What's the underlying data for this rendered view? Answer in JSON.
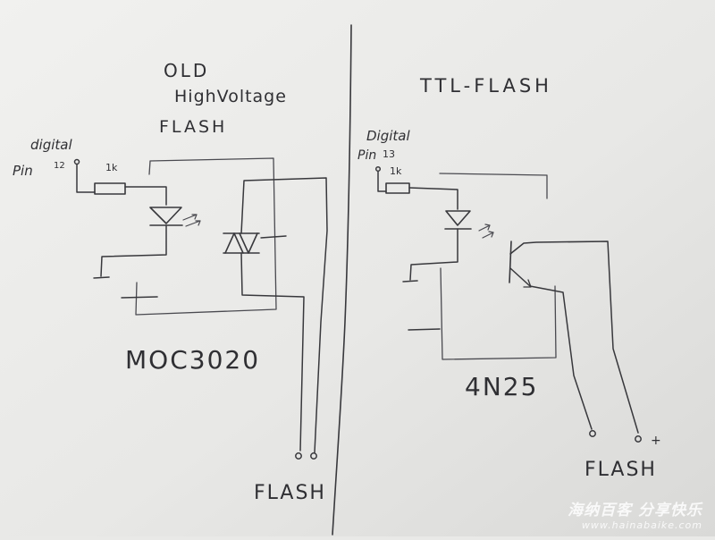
{
  "left_circuit": {
    "title_line1": "OLD",
    "title_line2": "HighVoltage",
    "title_line3": "FLASH",
    "input_label_line1": "digital",
    "input_label_line2": "Pin",
    "pin_number": "12",
    "resistor_label": "1k",
    "chip_label": "MOC3020",
    "output_label": "FLASH"
  },
  "right_circuit": {
    "title": "TTL-FLASH",
    "input_label_line1": "Digital",
    "input_label_line2": "Pin",
    "pin_number": "13",
    "resistor_label": "1k",
    "chip_label": "4N25",
    "output_label": "FLASH",
    "plus_sign": "+"
  },
  "watermark": {
    "text": "海纳百客 分享快乐",
    "url": "www.hainabaike.com"
  }
}
